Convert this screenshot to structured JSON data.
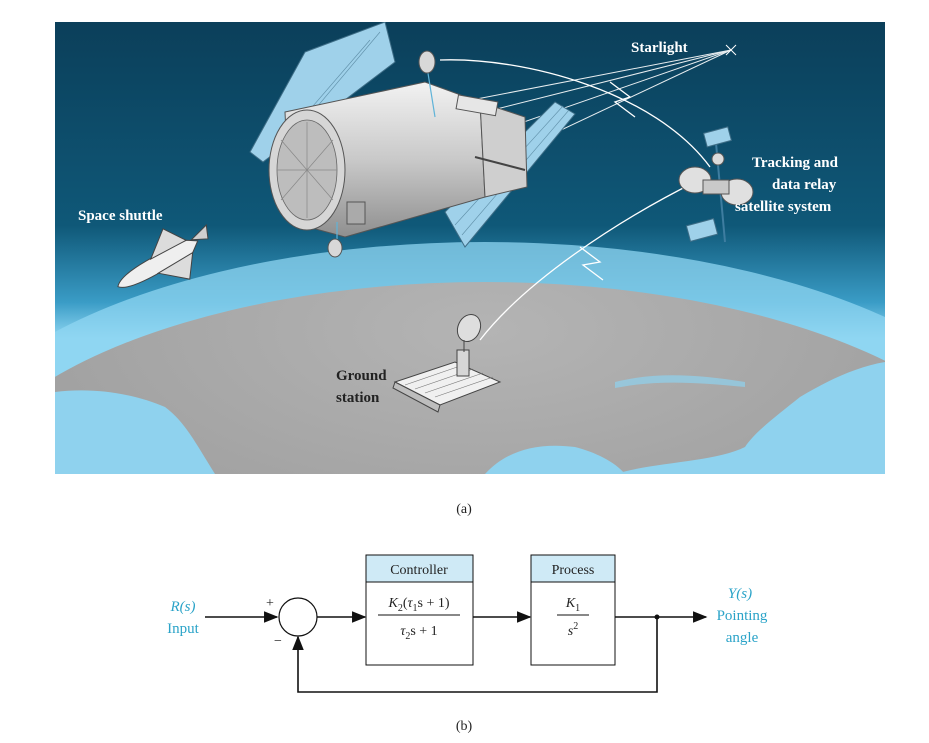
{
  "figure_a": {
    "caption": "(a)",
    "labels": {
      "starlight": "Starlight",
      "tracking_line1": "Tracking and",
      "tracking_line2": "data relay",
      "tracking_line3": "satellite system",
      "space_shuttle": "Space shuttle",
      "ground_line1": "Ground",
      "ground_line2": "station"
    },
    "colors": {
      "space": "#0d4a66",
      "atmosphere": "#7fd0ef",
      "earth": "#9a9a9a",
      "ocean": "#8fd2ee"
    }
  },
  "figure_b": {
    "caption": "(b)",
    "input_symbol": "R(s)",
    "input_label": "Input",
    "output_symbol": "Y(s)",
    "output_line1": "Pointing",
    "output_line2": "angle",
    "plus_sign": "+",
    "minus_sign": "−",
    "controller": {
      "title": "Controller",
      "num_K": "K",
      "num_K_sub": "2",
      "num_open": "(",
      "num_tau": "τ",
      "num_tau_sub": "1",
      "num_rest": "s + 1)",
      "den_tau": "τ",
      "den_tau_sub": "2",
      "den_rest": "s + 1"
    },
    "process": {
      "title": "Process",
      "num_K": "K",
      "num_K_sub": "1",
      "den_s": "s",
      "den_exp": "2"
    },
    "colors": {
      "block_title_bg": "#cfeaf6",
      "signal_label": "#2aa3c8"
    }
  }
}
